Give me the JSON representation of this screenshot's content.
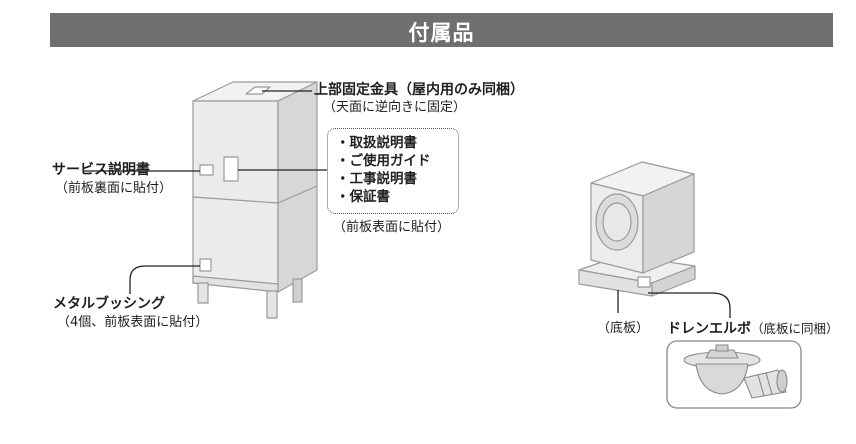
{
  "header": {
    "title": "付属品"
  },
  "labels": {
    "top_bracket": "上部固定金具（屋内用のみ同梱）",
    "top_bracket_note": "（天面に逆向きに固定）",
    "service_manual": "サービス説明書",
    "service_manual_note": "（前板裏面に貼付）",
    "docs": [
      "・取扱説明書",
      "・ご使用ガイド",
      "・工事説明書",
      "・保証書"
    ],
    "docs_note": "（前板表面に貼付）",
    "metal_bushing": "メタルブッシング",
    "metal_bushing_note": "（4個、前板表面に貼付）",
    "base_plate": "（底板）",
    "drain_elbow": "ドレンエルボ",
    "drain_elbow_note": "（底板に同梱）"
  },
  "colors": {
    "header_bg": "#6f6f6f",
    "unit_face": "#e9e9e9",
    "unit_side": "#d6d6d6",
    "outline": "#9a9a9a"
  }
}
